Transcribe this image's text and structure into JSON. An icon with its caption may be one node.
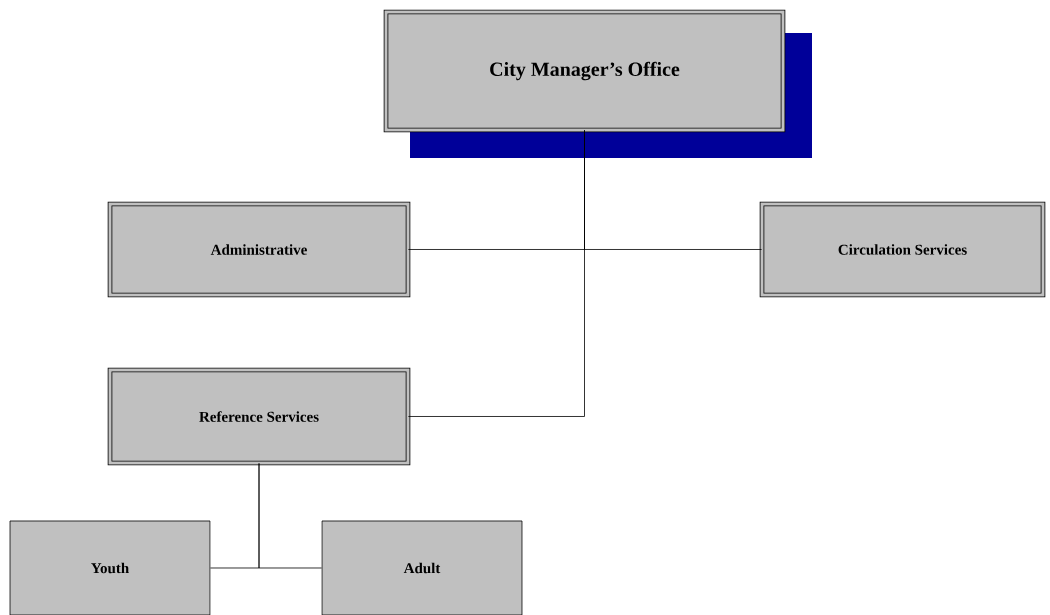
{
  "diagram": {
    "nodes": [
      {
        "text": [
          "City Manager’s Office"
        ]
      },
      {
        "text": [
          "Administrative"
        ]
      },
      {
        "text": [
          "Circulation Services"
        ]
      },
      {
        "text": [
          "Reference Services"
        ]
      },
      {
        "text": [
          "Youth"
        ]
      },
      {
        "text": [
          "Adult"
        ]
      }
    ],
    "edges": [
      {
        "from": 0,
        "to": 1,
        "arrow": "none"
      },
      {
        "from": 0,
        "to": 2,
        "arrow": "none"
      },
      {
        "from": 0,
        "to": 3,
        "arrow": "none"
      },
      {
        "from": 3,
        "to": 4,
        "arrow": "none"
      },
      {
        "from": 3,
        "to": 5,
        "arrow": "none"
      }
    ]
  }
}
